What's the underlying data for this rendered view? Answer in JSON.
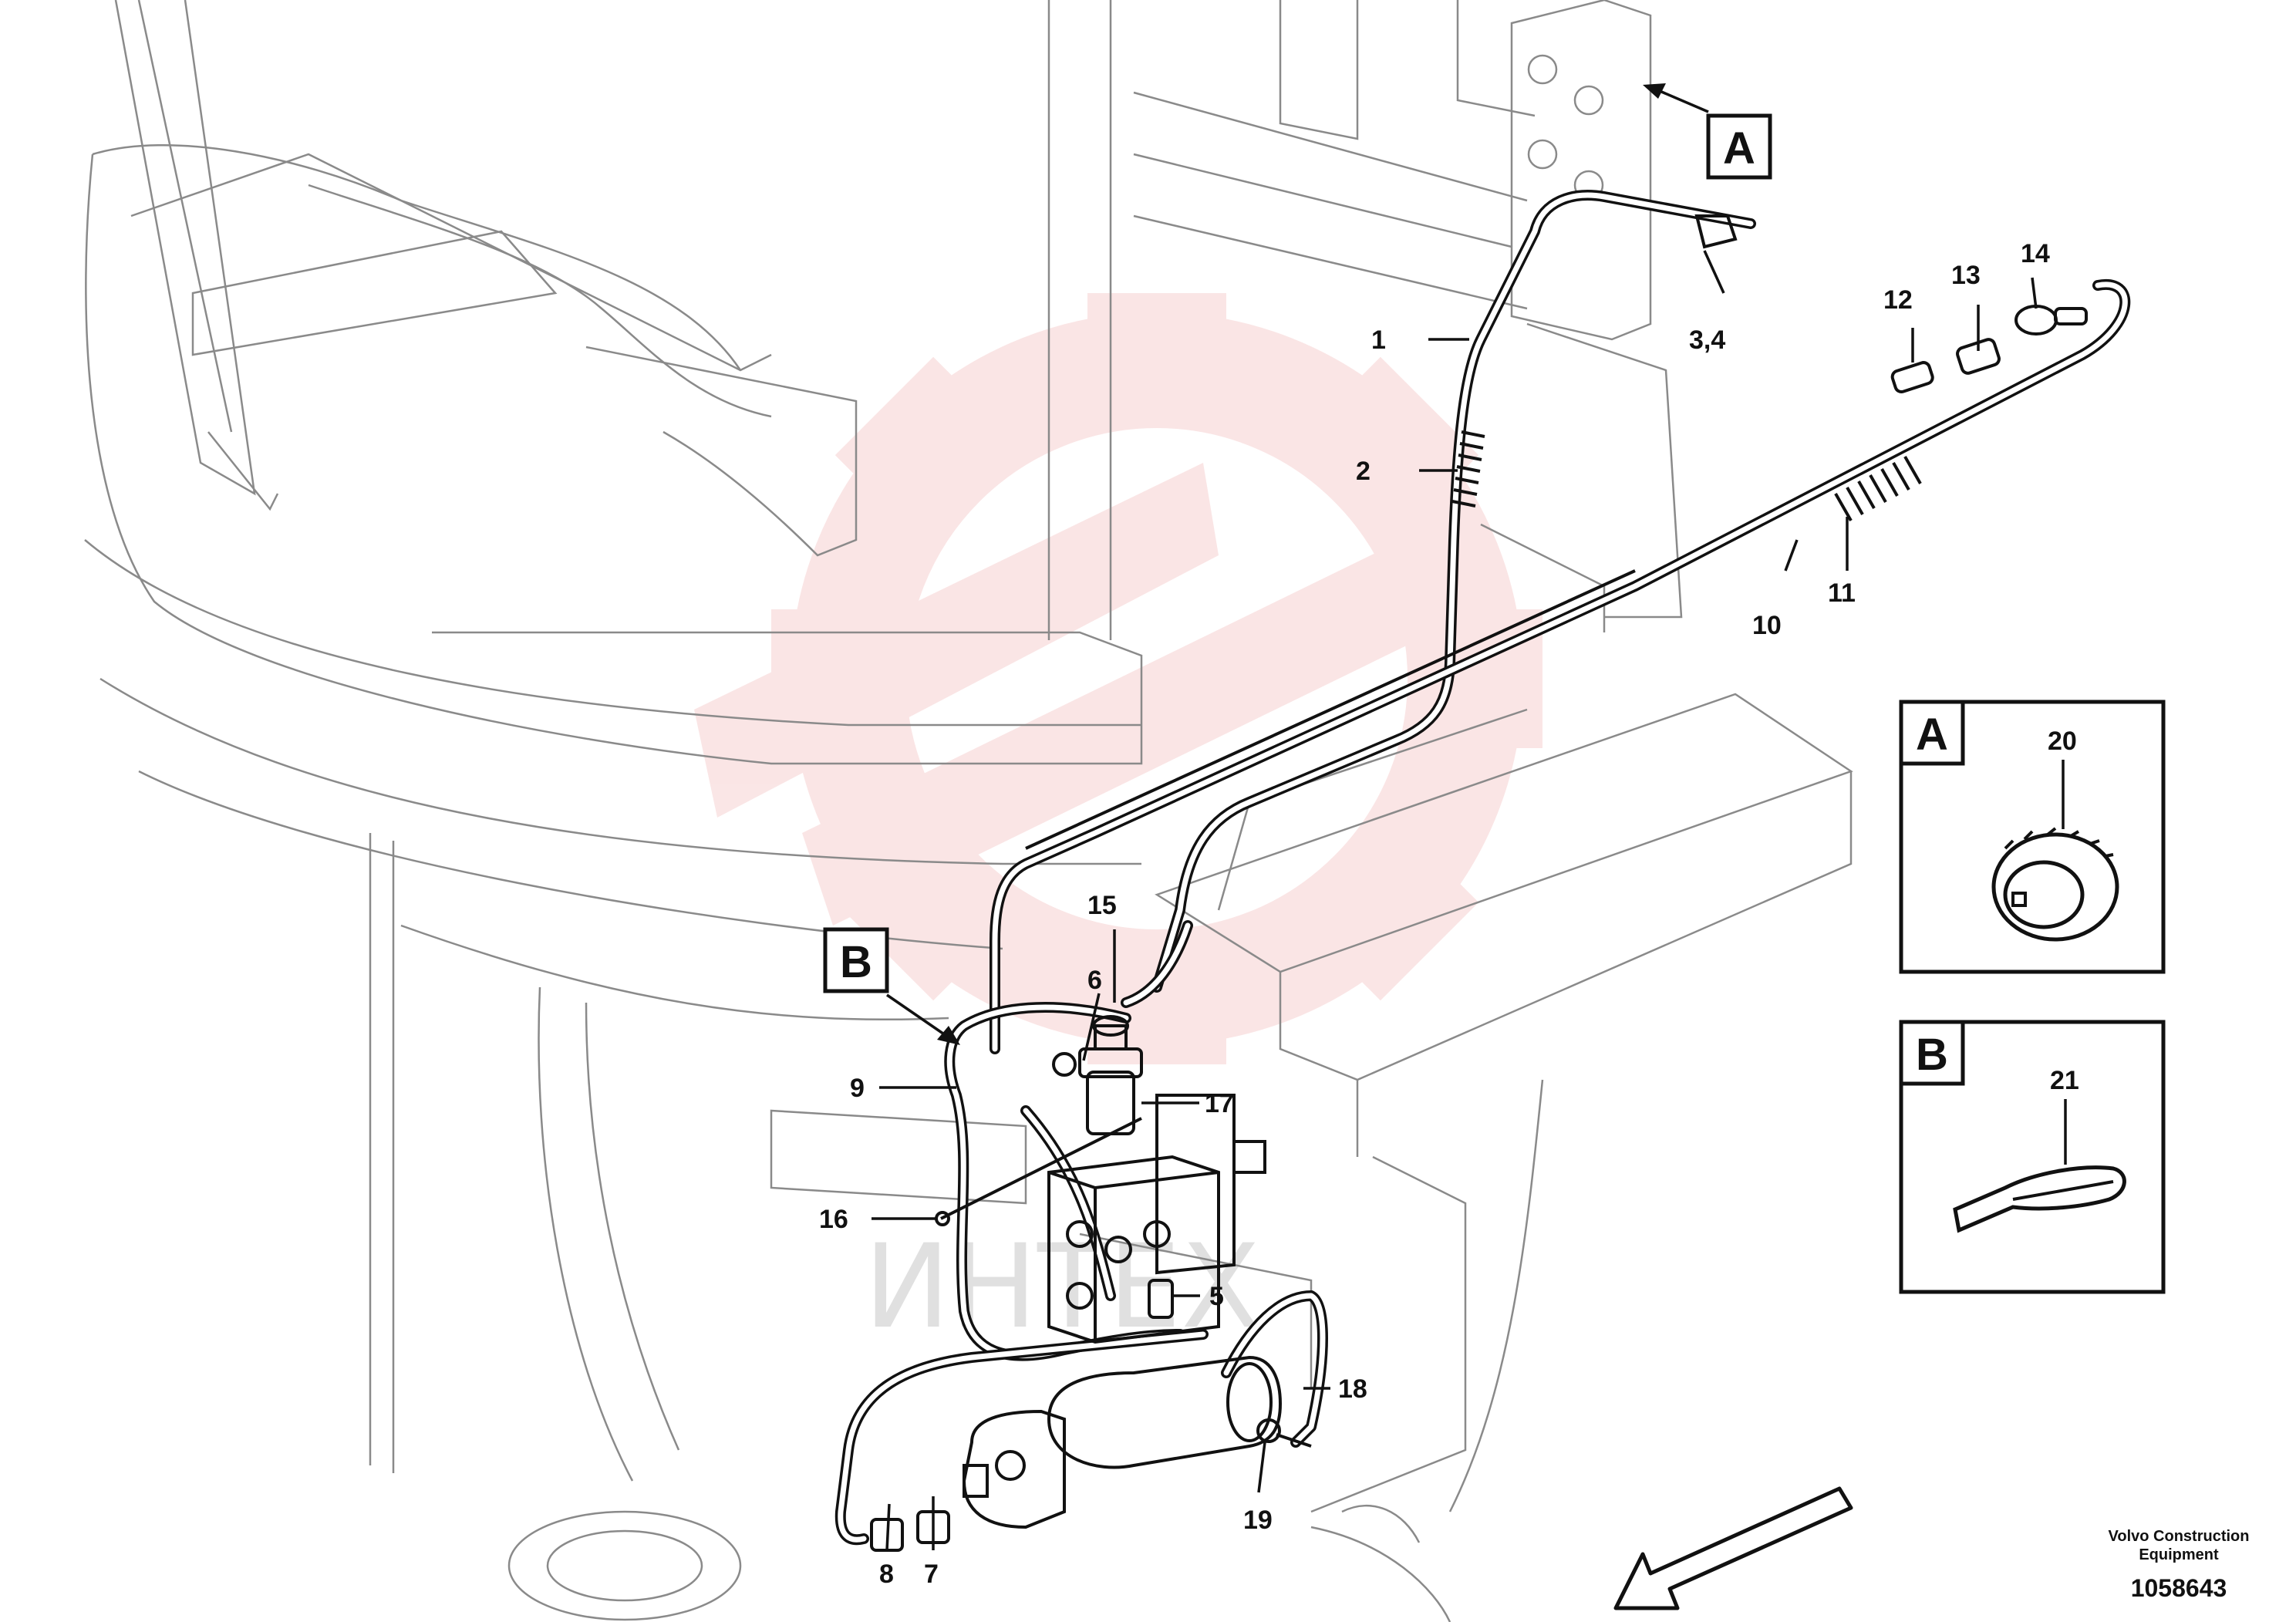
{
  "diagram": {
    "colors": {
      "line": "#111111",
      "background": "#ffffff",
      "watermark": "#f1b1b1"
    },
    "callouts": [
      {
        "id": "1",
        "text": "1"
      },
      {
        "id": "2",
        "text": "2"
      },
      {
        "id": "3_4",
        "text": "3,4"
      },
      {
        "id": "5",
        "text": "5"
      },
      {
        "id": "6",
        "text": "6"
      },
      {
        "id": "7",
        "text": "7"
      },
      {
        "id": "8",
        "text": "8"
      },
      {
        "id": "9",
        "text": "9"
      },
      {
        "id": "10",
        "text": "10"
      },
      {
        "id": "11",
        "text": "11"
      },
      {
        "id": "12",
        "text": "12"
      },
      {
        "id": "13",
        "text": "13"
      },
      {
        "id": "14",
        "text": "14"
      },
      {
        "id": "15",
        "text": "15"
      },
      {
        "id": "16",
        "text": "16"
      },
      {
        "id": "17",
        "text": "17"
      },
      {
        "id": "18",
        "text": "18"
      },
      {
        "id": "19",
        "text": "19"
      }
    ],
    "view_markers": {
      "a": "A",
      "b": "B"
    },
    "detail_a": {
      "letter": "A",
      "part": "20"
    },
    "detail_b": {
      "letter": "B",
      "part": "21"
    },
    "watermark": {
      "text": "ИНТЕХ"
    },
    "footer": {
      "company_line1": "Volvo Construction",
      "company_line2": "Equipment",
      "drawing_number": "1058643"
    }
  }
}
